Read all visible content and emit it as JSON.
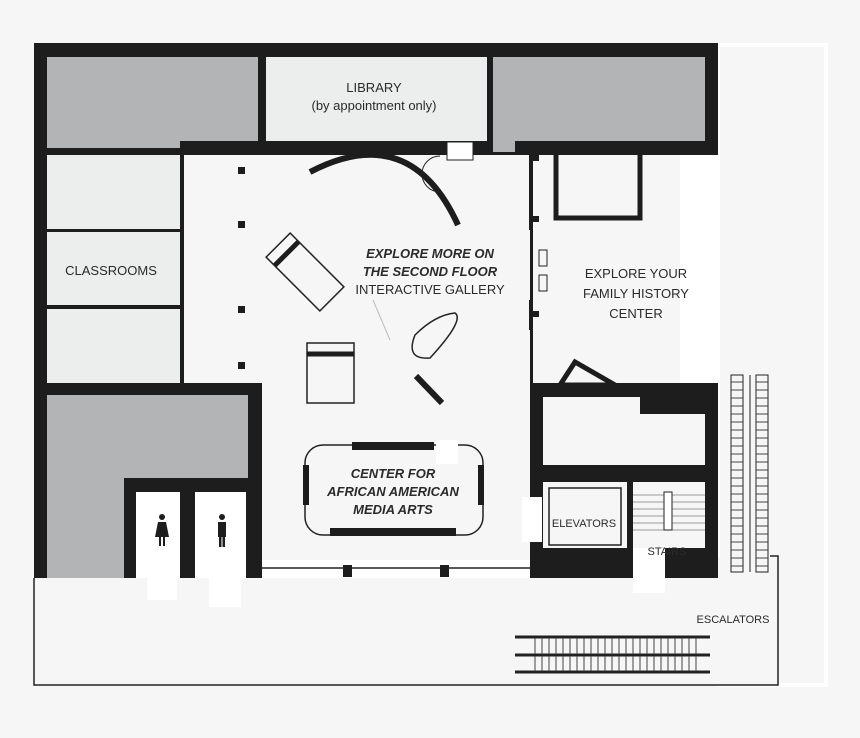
{
  "colors": {
    "wall": "#1d1d1d",
    "gray_room": "#b3b4b6",
    "light_room": "#eceeed",
    "floor": "#f6f6f6"
  },
  "rooms": {
    "library": {
      "line1": "LIBRARY",
      "line2": "(by appointment only)"
    },
    "classrooms": "CLASSROOMS",
    "gallery": {
      "line1": "EXPLORE MORE ON",
      "line2": "THE SECOND FLOOR",
      "line3": "INTERACTIVE GALLERY"
    },
    "family_history": {
      "line1": "EXPLORE YOUR",
      "line2": "FAMILY HISTORY",
      "line3": "CENTER"
    },
    "media_arts": {
      "line1": "CENTER FOR",
      "line2": "AFRICAN AMERICAN",
      "line3": "MEDIA ARTS"
    },
    "elevators": "ELEVATORS",
    "stairs": "STAIRS",
    "escalators": "ESCALATORS"
  },
  "icons": {
    "women": "restroom-women-icon",
    "men": "restroom-men-icon"
  }
}
